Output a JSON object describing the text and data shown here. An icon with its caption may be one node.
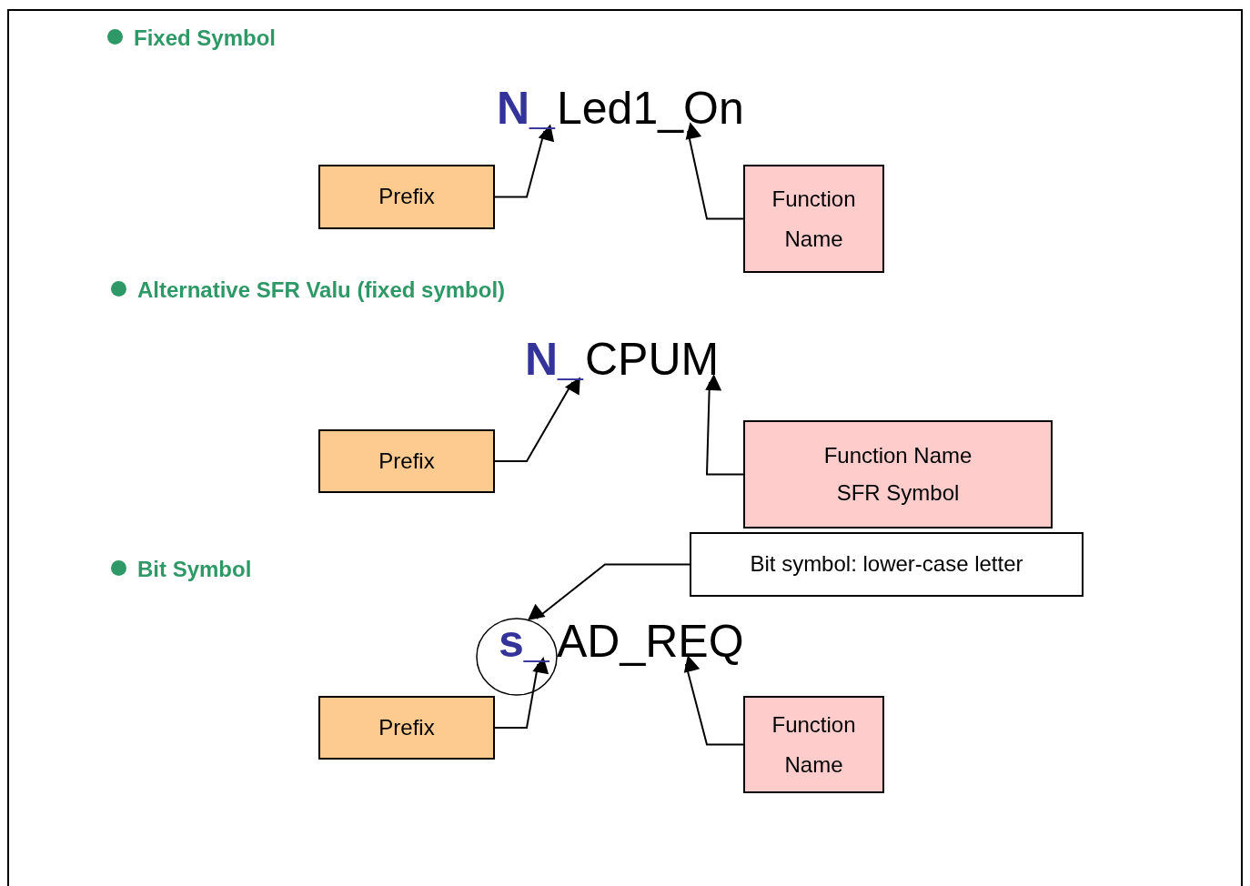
{
  "diagram": {
    "nodes": [
      {
        "text": [
          "N_"
        ]
      },
      {
        "text": [
          "Led1_On"
        ]
      },
      {
        "text": [
          "Prefix"
        ]
      },
      {
        "text": [
          "Function Name"
        ]
      },
      {
        "text": [
          "N_"
        ]
      },
      {
        "text": [
          "CPUM"
        ]
      },
      {
        "text": [
          "Prefix"
        ]
      },
      {
        "text": [
          "Function Name",
          "SFR Symbol"
        ]
      },
      {
        "text": [
          "Bit symbol: lower-case letter"
        ]
      },
      {
        "text": [
          "s_"
        ]
      },
      {
        "text": [
          "AD_REQ"
        ]
      },
      {
        "text": [
          "Prefix"
        ]
      },
      {
        "text": [
          "Function Name"
        ]
      }
    ],
    "edges": [
      {
        "from": 2,
        "to": 0,
        "arrow": "to"
      },
      {
        "from": 3,
        "to": 1,
        "arrow": "to"
      },
      {
        "from": 6,
        "to": 4,
        "arrow": "to"
      },
      {
        "from": 7,
        "to": 5,
        "arrow": "to"
      },
      {
        "from": 8,
        "to": 9,
        "arrow": "to"
      },
      {
        "from": 11,
        "to": 9,
        "arrow": "to"
      },
      {
        "from": 12,
        "to": 10,
        "arrow": "to"
      }
    ],
    "labels": [
      "Fixed Symbol",
      "Alternative SFR Valu (fixed symbol)",
      "Bit Symbol"
    ]
  }
}
